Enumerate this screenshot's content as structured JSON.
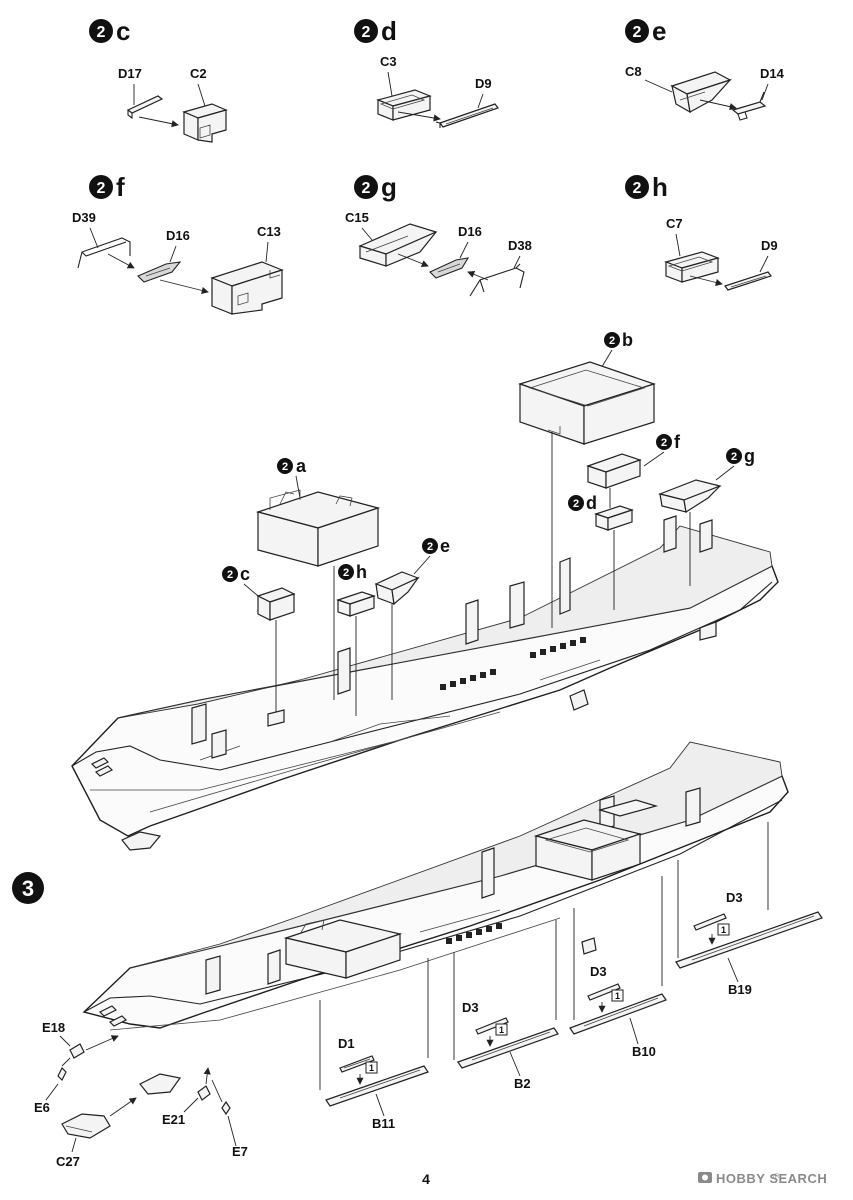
{
  "page_number": "4",
  "watermark": "HOBBY SEARCH",
  "watermark_mark": "(R)",
  "circle_digit": "2",
  "main_step": "3",
  "substeps": [
    {
      "letter": "c",
      "parts": [
        "D17",
        "C2"
      ]
    },
    {
      "letter": "d",
      "parts": [
        "C3",
        "D9"
      ]
    },
    {
      "letter": "e",
      "parts": [
        "C8",
        "D14"
      ]
    },
    {
      "letter": "f",
      "parts": [
        "D39",
        "D16",
        "C13"
      ]
    },
    {
      "letter": "g",
      "parts": [
        "C15",
        "D16",
        "D38"
      ]
    },
    {
      "letter": "h",
      "parts": [
        "C7",
        "D9"
      ]
    }
  ],
  "hull_callouts": [
    "a",
    "b",
    "c",
    "d",
    "e",
    "f",
    "g",
    "h"
  ],
  "step3_parts": {
    "e18": "E18",
    "e6": "E6",
    "e21": "E21",
    "e7": "E7",
    "c27": "C27",
    "d1": "D1",
    "b11": "B11",
    "d3_a": "D3",
    "b2": "B2",
    "d3_b": "D3",
    "b10": "B10",
    "d3_c": "D3",
    "b19": "B19"
  },
  "boxed_number": "1",
  "colors": {
    "line": "#222222",
    "paper": "#ffffff",
    "watermark": "#8a8a8a"
  },
  "icons": [
    "step-circle-icon",
    "arrow-icon",
    "camera-logo-icon"
  ]
}
